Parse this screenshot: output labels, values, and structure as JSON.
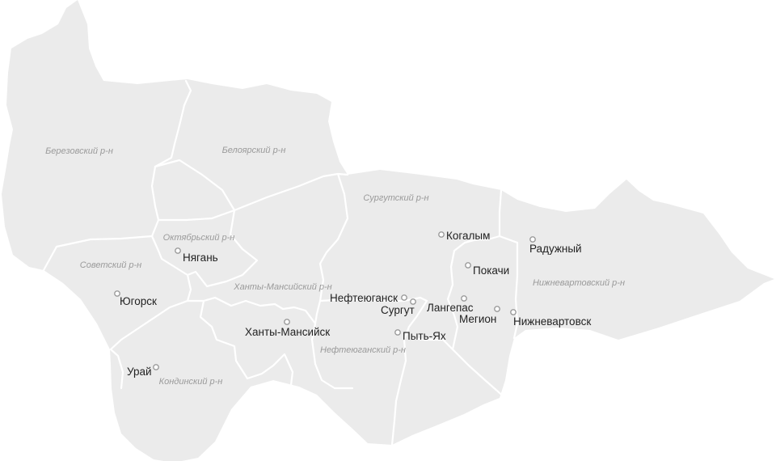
{
  "map": {
    "districts": [
      {
        "id": "berezovsky",
        "label": "Березовский р-н"
      },
      {
        "id": "beloyarsky",
        "label": "Белоярский р-н"
      },
      {
        "id": "surgutsky",
        "label": "Сургутский р-н"
      },
      {
        "id": "oktyabrsky",
        "label": "Октябрьский р-н"
      },
      {
        "id": "sovetsky",
        "label": "Советский р-н"
      },
      {
        "id": "khanty-mansiysky",
        "label": "Ханты-Мансийский р-н"
      },
      {
        "id": "nizhnevartovsky",
        "label": "Нижневартовский р-н"
      },
      {
        "id": "nefteyugansky",
        "label": "Нефтеюганский р-н"
      },
      {
        "id": "kondinsky",
        "label": "Кондинский р-н"
      }
    ],
    "cities": [
      {
        "id": "kogalym",
        "label": "Когалым"
      },
      {
        "id": "raduzhny",
        "label": "Радужный"
      },
      {
        "id": "nyagan",
        "label": "Нягань"
      },
      {
        "id": "pokachi",
        "label": "Покачи"
      },
      {
        "id": "yugorsk",
        "label": "Югорск"
      },
      {
        "id": "nefteyugansk",
        "label": "Нефтеюганск"
      },
      {
        "id": "langepas",
        "label": "Лангепас"
      },
      {
        "id": "surgut",
        "label": "Сургут"
      },
      {
        "id": "megion",
        "label": "Мегион"
      },
      {
        "id": "nizhnevartovsk",
        "label": "Нижневартовск"
      },
      {
        "id": "khanty-mansiysk",
        "label": "Ханты-Мансийск"
      },
      {
        "id": "pyt-yakh",
        "label": "Пыть-Ях"
      },
      {
        "id": "uray",
        "label": "Урай"
      }
    ],
    "colors": {
      "region_fill": "#ebebeb",
      "border": "#ffffff",
      "district_text": "#9a9a9a",
      "city_text": "#222222",
      "marker_stroke": "#9a9a9a"
    }
  }
}
